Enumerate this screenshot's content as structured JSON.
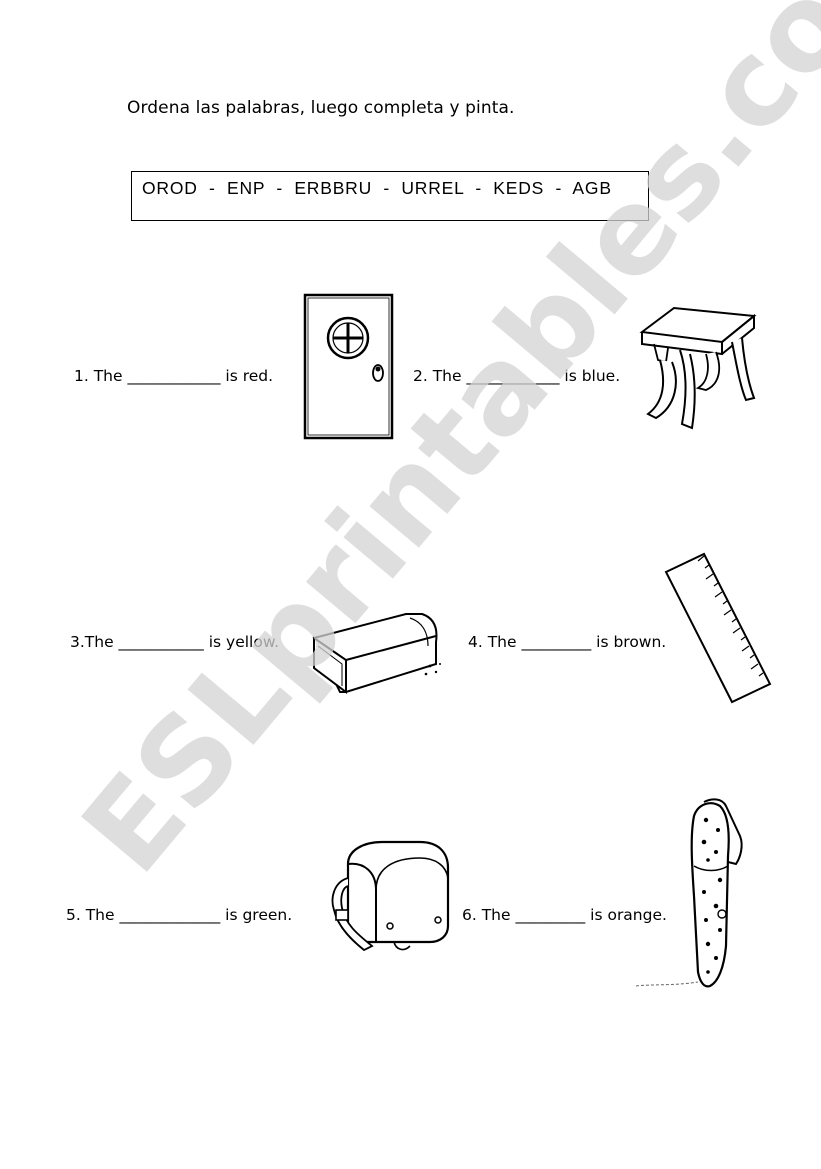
{
  "worksheet": {
    "instruction": "Ordena las palabras, luego completa y pinta.",
    "scrambled_words": "OROD  -  ENP  -  ERBBRU  -  URREL  -  KEDS  -  AGB",
    "items": [
      {
        "sentence": "1. The ____________ is red.",
        "icon": "door-icon"
      },
      {
        "sentence": "2. The ____________ is blue.",
        "icon": "desk-icon"
      },
      {
        "sentence": "3.The ___________ is yellow.",
        "icon": "eraser-icon"
      },
      {
        "sentence": "4. The _________ is brown.",
        "icon": "ruler-icon"
      },
      {
        "sentence": "5. The _____________ is green.",
        "icon": "schoolbag-icon"
      },
      {
        "sentence": "6. The _________ is orange.",
        "icon": "pen-icon"
      }
    ]
  },
  "watermark": {
    "text": "ESLprintables.com"
  }
}
